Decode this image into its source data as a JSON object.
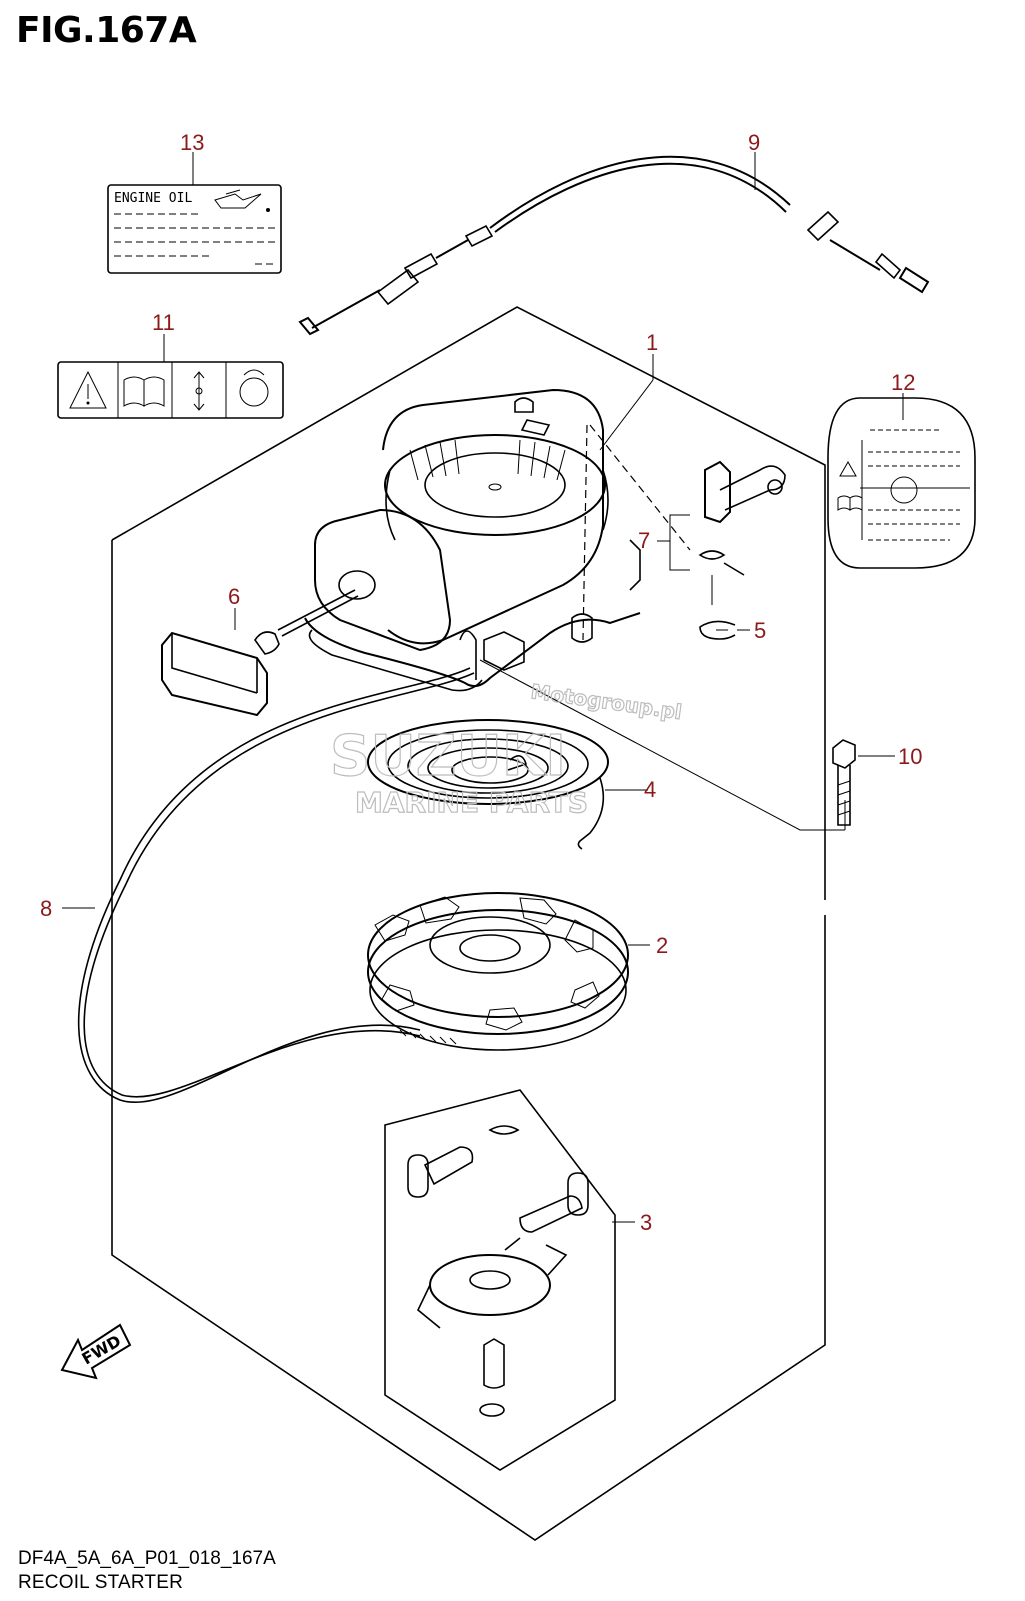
{
  "figure": {
    "title": "FIG.167A",
    "code": "DF4A_5A_6A_P01_018_167A",
    "name": "RECOIL STARTER"
  },
  "labels": {
    "engine_oil": "ENGINE OIL",
    "fwd": "FWD"
  },
  "watermarks": {
    "shop": "Motogroup.pl",
    "brand": "SUZUKI",
    "brand_sub": "MARINE PARTS"
  },
  "callouts": {
    "c1": "1",
    "c2": "2",
    "c3": "3",
    "c4": "4",
    "c5": "5",
    "c6": "6",
    "c7": "7",
    "c8": "8",
    "c9": "9",
    "c10": "10",
    "c11": "11",
    "c12": "12",
    "c13": "13"
  },
  "colors": {
    "callout_text": "#8b1a1a",
    "line_art": "#000000",
    "watermark": "#bdbdbd"
  }
}
